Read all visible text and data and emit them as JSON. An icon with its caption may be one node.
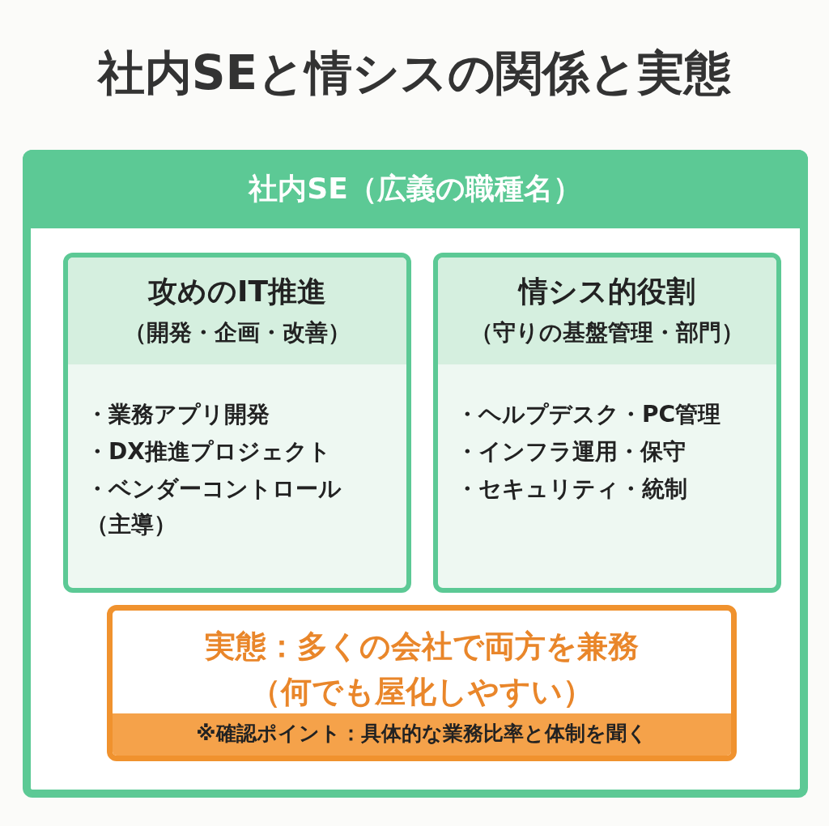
{
  "diagram": {
    "title": "社内SEと情シスの関係と実態",
    "nodes": [
      {
        "text": [
          "社内SE（広義の職種名）"
        ]
      },
      {
        "text": [
          "攻めのIT推進",
          "（開発・企画・改善）",
          "・業務アプリ開発",
          "・DX推進プロジェクト",
          "・ベンダーコントロール（主導）"
        ],
        "in": 0
      },
      {
        "text": [
          "情シス的役割",
          "（守りの基盤管理・部門）",
          "・ヘルプデスク・PC管理",
          "・インフラ運用・保守",
          "・セキュリティ・統制"
        ],
        "in": 0
      },
      {
        "text": [
          "実態：多くの会社で両方を兼務（何でも屋化しやすい）",
          "※確認ポイント：具体的な業務比率と体制を聞く"
        ],
        "in": 0
      }
    ]
  }
}
